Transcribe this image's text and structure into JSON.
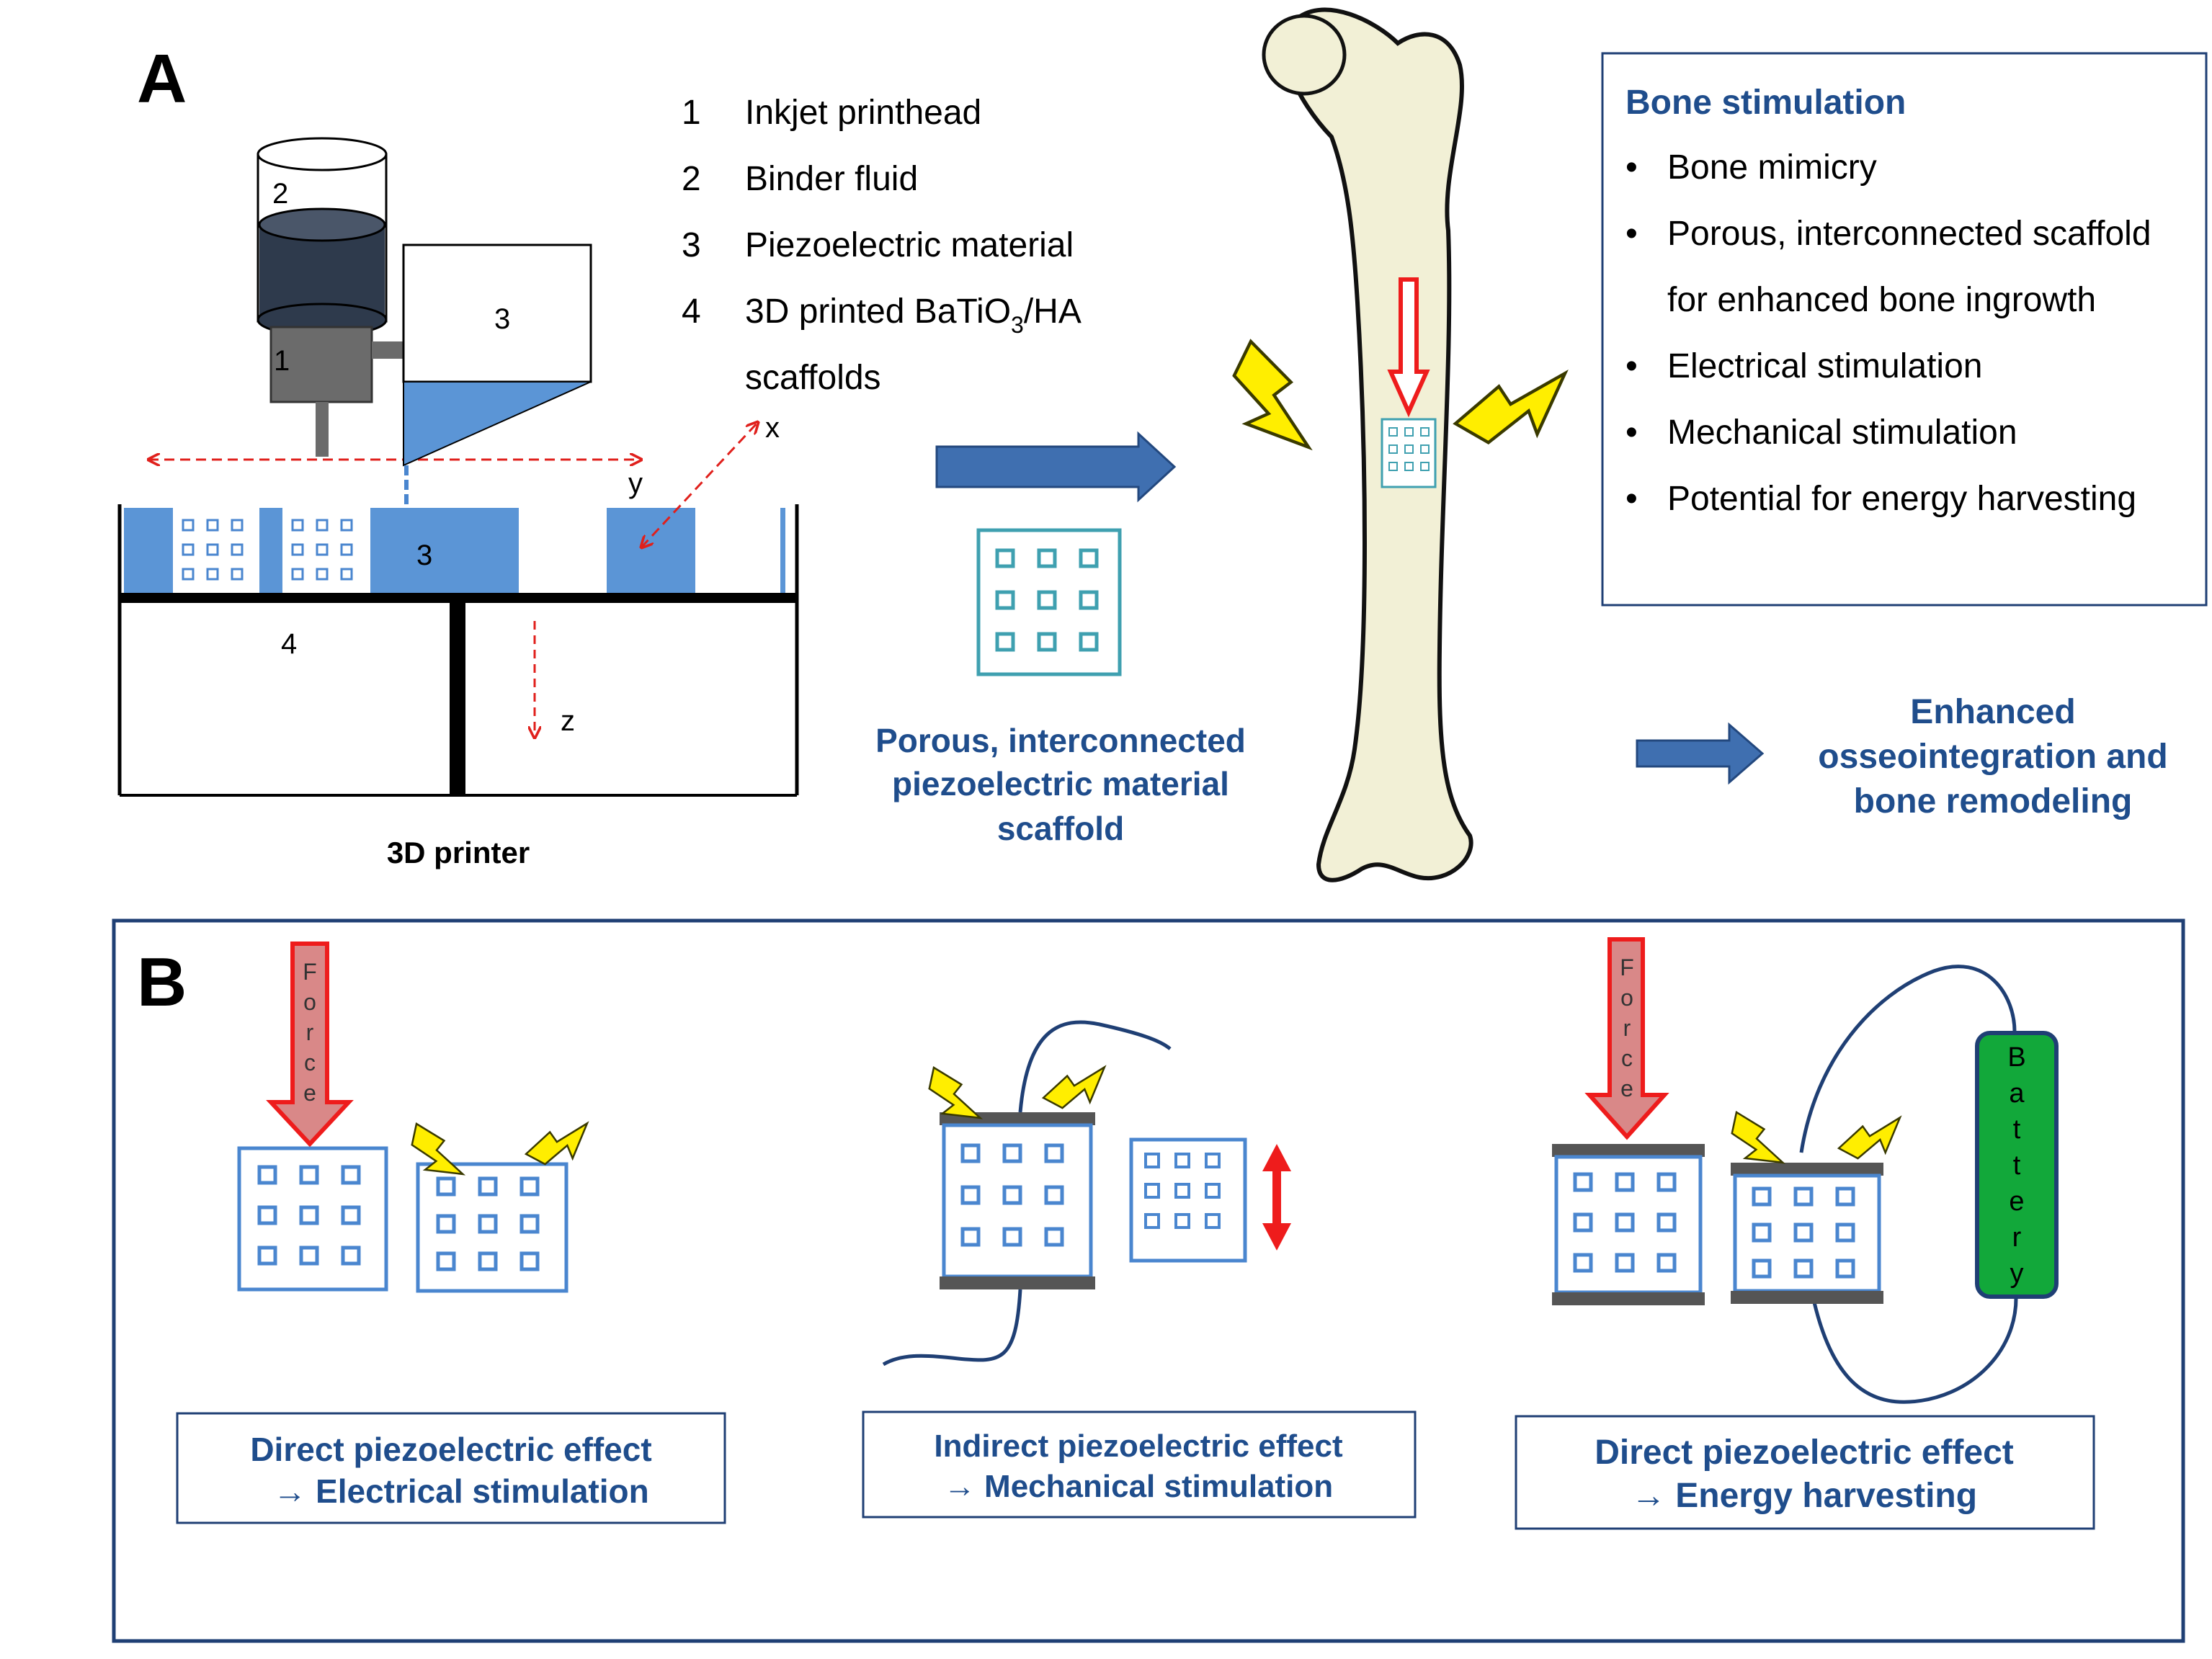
{
  "panel_a": {
    "label": "A",
    "printer_caption": "3D printer",
    "legend": [
      {
        "num": "1",
        "text": "Inkjet printhead"
      },
      {
        "num": "2",
        "text": "Binder fluid"
      },
      {
        "num": "3",
        "text": "Piezoelectric material"
      },
      {
        "num": "4",
        "text_prefix": "3D printed BaTiO",
        "sub1": "3",
        "text_mid": "/HA",
        "text_line2": "scaffolds"
      }
    ],
    "printer_labels": {
      "binder": "2",
      "printhead": "1",
      "hopper": "3",
      "bed": "3",
      "build": "4"
    },
    "axes": {
      "x": "x",
      "y": "y",
      "z": "z"
    },
    "scaffold_caption": [
      "Porous, interconnected",
      "piezoelectric material",
      "scaffold"
    ],
    "bone_box": {
      "title": "Bone stimulation",
      "bullets": [
        "Bone mimicry",
        "Porous, interconnected scaffold",
        "Electrical stimulation",
        "Mechanical stimulation",
        "Potential for energy harvesting"
      ],
      "bullet2_line2": "for enhanced bone ingrowth"
    },
    "outcome": [
      "Enhanced",
      "osseointegration and",
      "bone remodeling"
    ]
  },
  "panel_b": {
    "label": "B",
    "force_text": "Force",
    "battery_text": "Battery",
    "captions": [
      {
        "line1": "Direct piezoelectric effect",
        "line2": "→ Electrical stimulation"
      },
      {
        "line1": "Indirect piezoelectric effect",
        "line2": "→ Mechanical stimulation"
      },
      {
        "line1": "Direct piezoelectric effect",
        "line2": "→ Energy harvesting"
      }
    ]
  },
  "colors": {
    "navy": "#1f3f74",
    "scaffold_blue": "#4a86cf",
    "teal": "#3fa0b0",
    "force_red": "#ee1c1c",
    "force_fill": "#d98888",
    "bolt_yellow": "#ffee00",
    "battery_green": "#12a83a",
    "bone": "#f2f0d6"
  }
}
